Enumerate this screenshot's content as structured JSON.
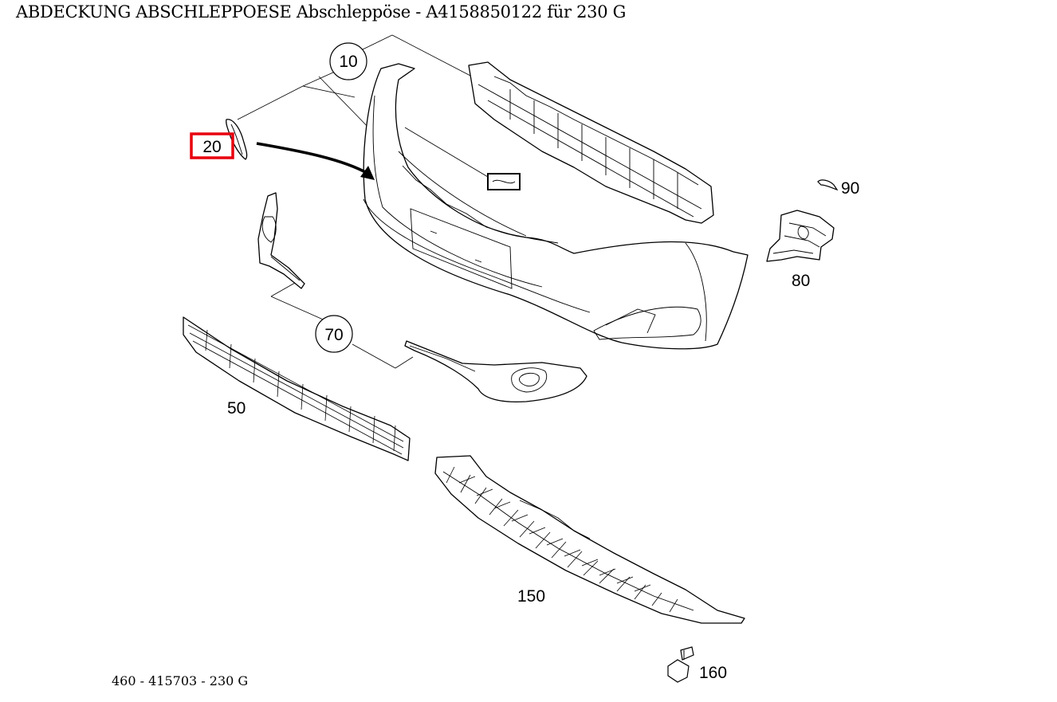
{
  "title": "ABDECKUNG ABSCHLEPPOESE Abschleppöse - A4158850122 für 230 G",
  "footer": "460 - 415703 - 230 G",
  "highlight_color": "#e8000d",
  "callouts": {
    "c10": "10",
    "c20": "20",
    "c50": "50",
    "c70": "70",
    "c80": "80",
    "c90": "90",
    "c150": "150",
    "c160": "160"
  },
  "highlighted_part": "20"
}
